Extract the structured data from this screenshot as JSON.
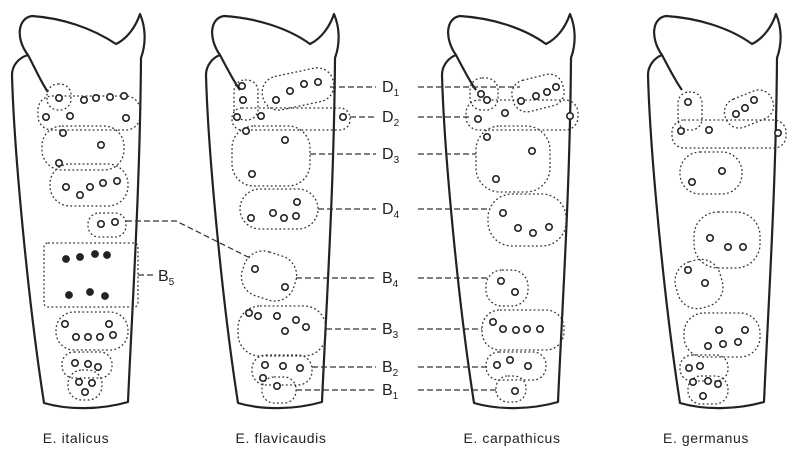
{
  "species": [
    "E. italicus",
    "E. flavicaudis",
    "E. carpathicus",
    "E. germanus"
  ],
  "group_labels": {
    "D1": {
      "main": "D",
      "sub": "1"
    },
    "D2": {
      "main": "D",
      "sub": "2"
    },
    "D3": {
      "main": "D",
      "sub": "3"
    },
    "D4": {
      "main": "D",
      "sub": "4"
    },
    "B5": {
      "main": "B",
      "sub": "5"
    },
    "B4": {
      "main": "B",
      "sub": "4"
    },
    "B3": {
      "main": "B",
      "sub": "3"
    },
    "B2": {
      "main": "B",
      "sub": "2"
    },
    "B1": {
      "main": "B",
      "sub": "1"
    }
  },
  "colors": {
    "ink": "#222222",
    "background": "#ffffff"
  }
}
